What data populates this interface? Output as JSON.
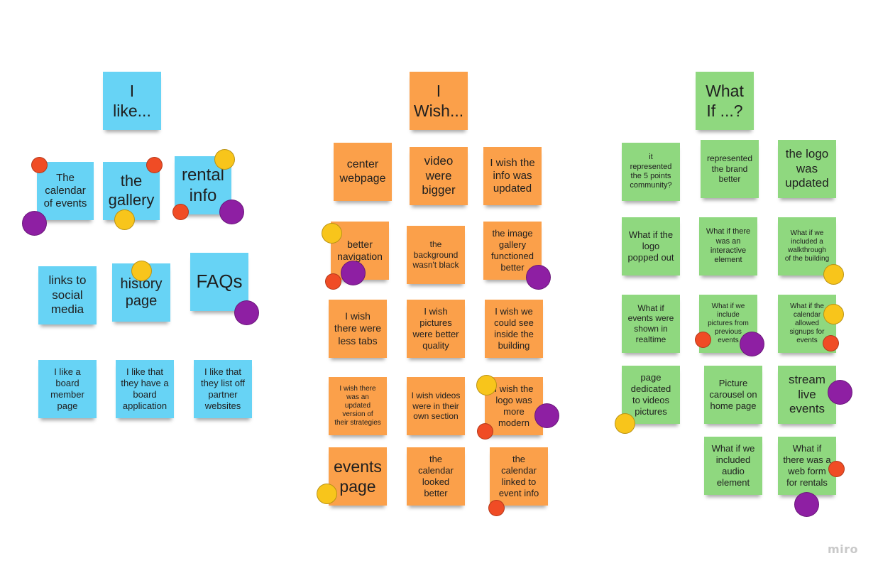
{
  "colors": {
    "blue": "#67d3f5",
    "orange": "#fba04a",
    "green": "#8fd87f",
    "red_dot": "#f04c25",
    "yellow_dot": "#f8c51b",
    "purple_dot": "#8e1fa3"
  },
  "headers": {
    "like": "I\nlike...",
    "wish": "I\nWish...",
    "whatif": "What\nIf ...?"
  },
  "like": [
    "The\ncalendar\nof events",
    "the\ngallery",
    "rental\ninfo",
    "links to\nsocial\nmedia",
    "history\npage",
    "FAQs",
    "I like a\nboard\nmember\npage",
    "I like that\nthey have a\nboard\napplication",
    "I like that\nthey list off\npartner\nwebsites"
  ],
  "wish": [
    "center\nwebpage",
    "video\nwere\nbigger",
    "I wish the\ninfo was\nupdated",
    "better\nnavigation",
    "the\nbackground\nwasn't black",
    "the image\ngallery\nfunctioned\nbetter",
    "I wish\nthere were\nless tabs",
    "I wish\npictures\nwere better\nquality",
    "I wish we\ncould see\ninside the\nbuilding",
    "I wish there\nwas an\nupdated\nversion of\ntheir strategies",
    "I wish videos\nwere in their\nown section",
    "I wish the\nlogo was\nmore\nmodern",
    "events\npage",
    "the\ncalendar\nlooked\nbetter",
    "the\ncalendar\nlinked to\nevent info"
  ],
  "whatif": [
    "it\nrepresented\nthe 5 points\ncommunity?",
    "represented\nthe brand\nbetter",
    "the logo\nwas\nupdated",
    "What if the\nlogo\npopped out",
    "What if there\nwas an\ninteractive\nelement",
    "What if we\nincluded a\nwalkthrough\nof the building",
    "What if\nevents were\nshown in\nrealtime",
    "What if we\ninclude\npictures from\nprevious\nevents",
    "What if the\ncalendar\nallowed\nsignups for\nevents",
    "page\ndedicated\nto videos\npictures",
    "Picture\ncarousel on\nhome page",
    "stream\nlive\nevents",
    "What if we\nincluded\naudio\nelement",
    "What if\nthere was a\nweb form\nfor rentals"
  ],
  "watermark": "miro"
}
